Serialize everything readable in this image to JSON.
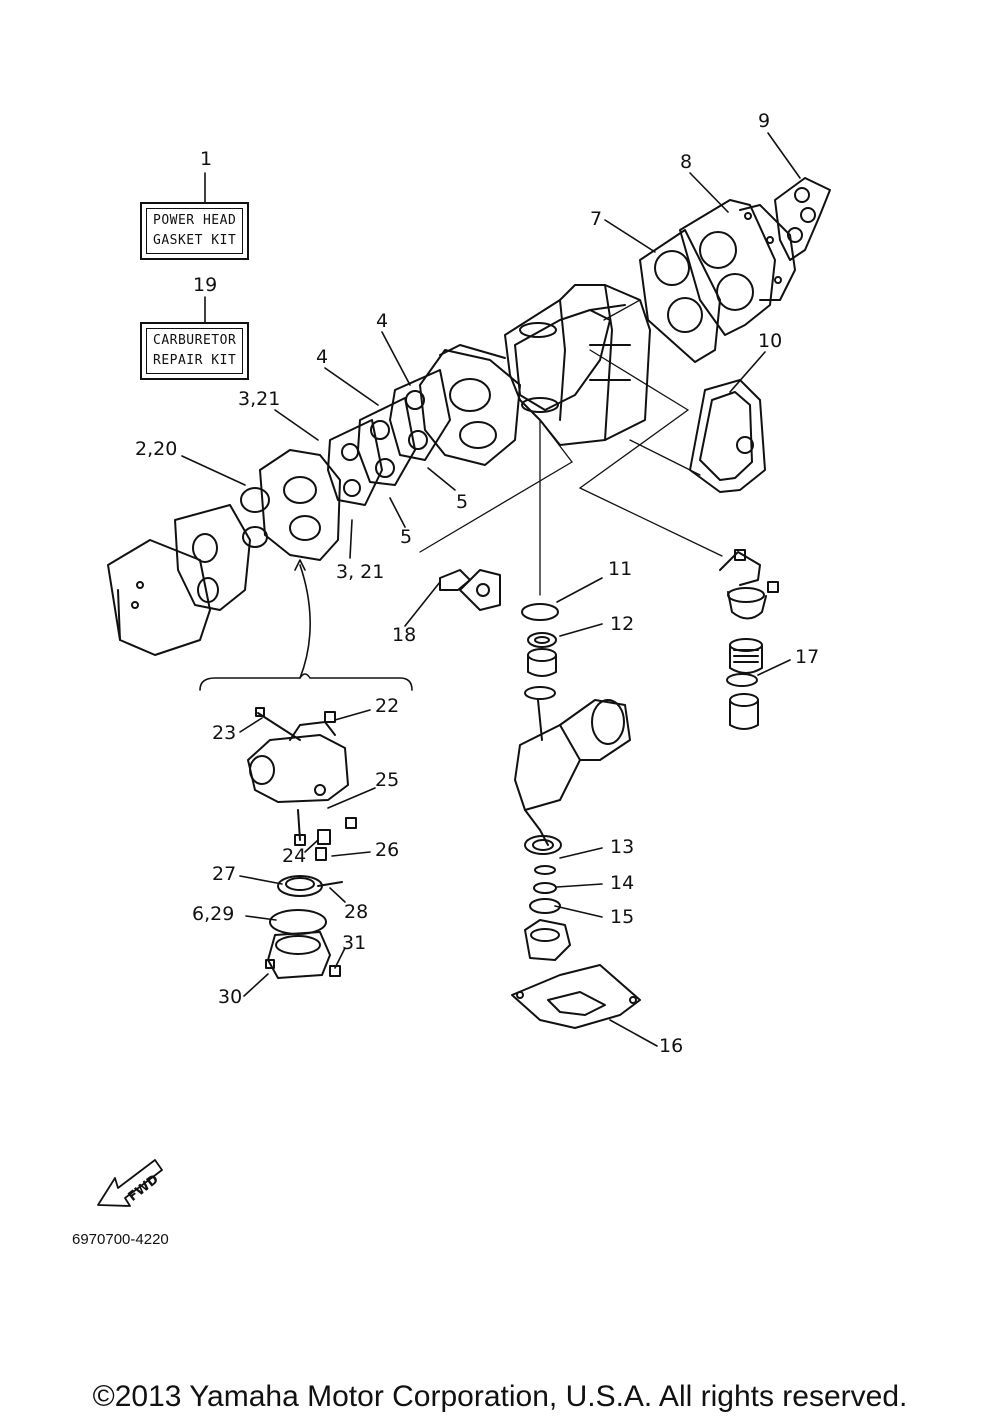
{
  "kits": {
    "power_head": {
      "line1": "POWER HEAD",
      "line2": "GASKET KIT"
    },
    "carburetor": {
      "line1": "CARBURETOR",
      "line2": "REPAIR KIT"
    }
  },
  "callouts": {
    "c1": "1",
    "c19": "19",
    "c9": "9",
    "c8": "8",
    "c7": "7",
    "c10": "10",
    "c4a": "4",
    "c4b": "4",
    "c321a": "3,21",
    "c220": "2,20",
    "c5a": "5",
    "c5b": "5",
    "c321b": "3, 21",
    "c18": "18",
    "c11": "11",
    "c12": "12",
    "c17": "17",
    "c22": "22",
    "c23": "23",
    "c25": "25",
    "c24": "24",
    "c26": "26",
    "c27": "27",
    "c28": "28",
    "c629": "6,29",
    "c31": "31",
    "c30": "30",
    "c13": "13",
    "c14": "14",
    "c15": "15",
    "c16": "16"
  },
  "fwd_label": "FWD",
  "part_code": "6970700-4220",
  "copyright": "©2013 Yamaha Motor Corporation, U.S.A. All rights reserved."
}
